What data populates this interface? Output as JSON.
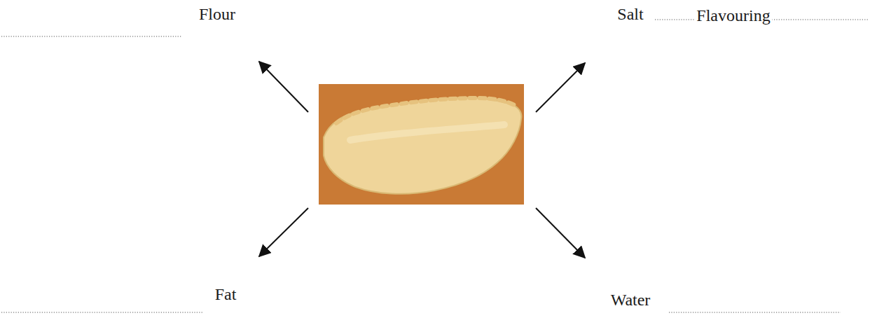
{
  "diagram": {
    "labels": [
      "Flour",
      "Salt",
      "Flavouring",
      "Fat",
      "Water"
    ]
  }
}
